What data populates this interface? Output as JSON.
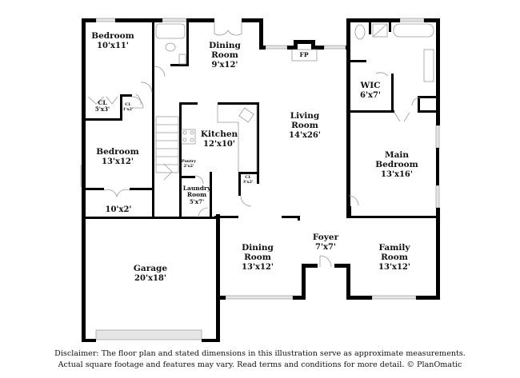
{
  "plan": {
    "colors": {
      "wall": "#000000",
      "fixture": "#9a9a9a",
      "window": "#c8c8c8",
      "background": "#ffffff"
    },
    "rooms": [
      {
        "id": "bedroom-1",
        "name": "Bedroom",
        "dims": "10'x11'"
      },
      {
        "id": "closet-1",
        "name": "CL",
        "dims": "5'x3'"
      },
      {
        "id": "closet-small",
        "name": "CL",
        "dims": "1'x2'"
      },
      {
        "id": "bedroom-2",
        "name": "Bedroom",
        "dims": "13'x12'"
      },
      {
        "id": "closet-2",
        "name": "",
        "dims": "10'x2'"
      },
      {
        "id": "dining-room-1",
        "name": "Dining Room",
        "name_line1": "Dining",
        "name_line2": "Room",
        "dims": "9'x12'"
      },
      {
        "id": "kitchen",
        "name": "Kitchen",
        "dims": "12'x10'"
      },
      {
        "id": "pantry",
        "name": "Pantry",
        "dims": "2'x2'"
      },
      {
        "id": "kitchen-closet",
        "name": "CL",
        "dims": "3'x2'"
      },
      {
        "id": "laundry",
        "name": "Laundry Room",
        "name_line1": "Laundry",
        "name_line2": "Room",
        "dims": "5'x7'"
      },
      {
        "id": "living-room",
        "name": "Living Room",
        "name_line1": "Living",
        "name_line2": "Room",
        "dims": "14'x26'"
      },
      {
        "id": "fireplace",
        "name": "FP",
        "dims": ""
      },
      {
        "id": "wic",
        "name": "WIC",
        "dims": "6'x7'"
      },
      {
        "id": "main-bedroom",
        "name": "Main Bedroom",
        "name_line1": "Main",
        "name_line2": "Bedroom",
        "dims": "13'x16'"
      },
      {
        "id": "garage",
        "name": "Garage",
        "dims": "20'x18'"
      },
      {
        "id": "dining-room-2",
        "name": "Dining Room",
        "name_line1": "Dining",
        "name_line2": "Room",
        "dims": "13'x12'"
      },
      {
        "id": "foyer",
        "name": "Foyer",
        "dims": "7'x7'"
      },
      {
        "id": "family-room",
        "name": "Family Room",
        "name_line1": "Family",
        "name_line2": "Room",
        "dims": "13'x12'"
      }
    ]
  },
  "disclaimer": {
    "line1": "Disclaimer: The floor plan and stated dimensions in this illustration serve as approximate measurements.",
    "line2": "Actual square footage and features may vary. Read terms and conditions for more detail. © PlanOmatic"
  }
}
